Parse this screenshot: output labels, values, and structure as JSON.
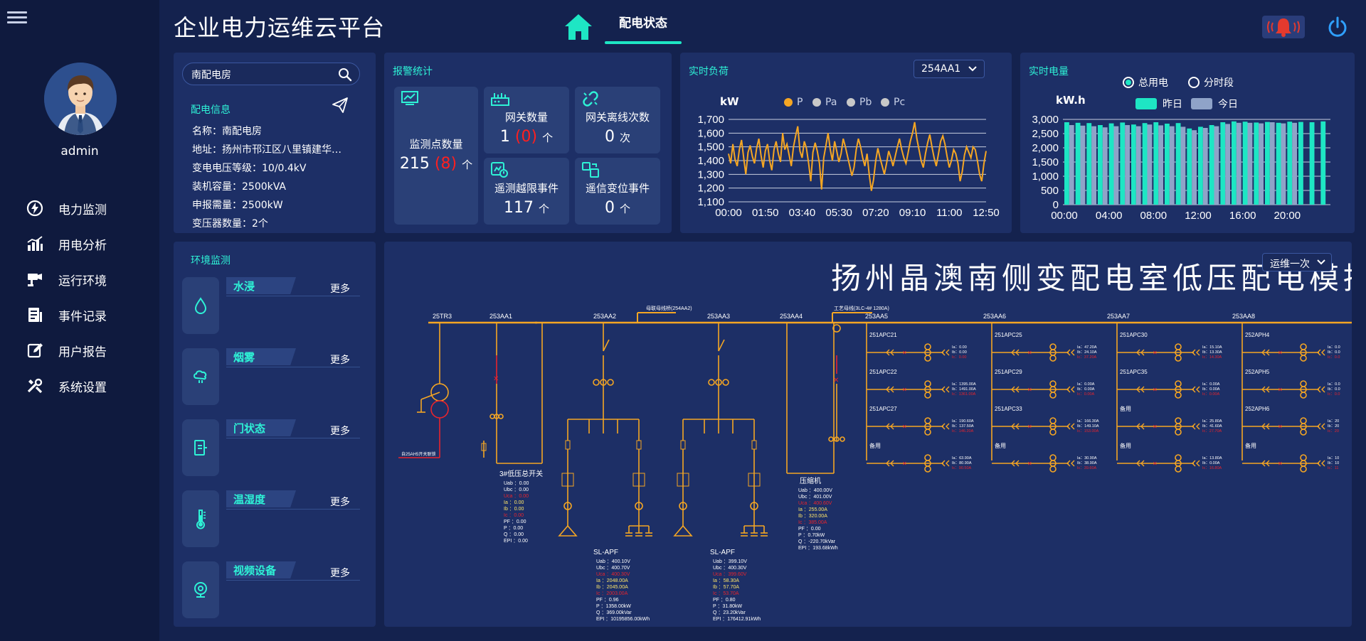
{
  "header": {
    "title": "企业电力运维云平台",
    "active_tab": "配电状态"
  },
  "sidebar": {
    "username": "admin",
    "items": [
      {
        "label": "电力监测",
        "icon": "power-monitor-icon"
      },
      {
        "label": "用电分析",
        "icon": "bar-chart-icon"
      },
      {
        "label": "运行环境",
        "icon": "camera-icon"
      },
      {
        "label": "事件记录",
        "icon": "document-icon"
      },
      {
        "label": "用户报告",
        "icon": "edit-icon"
      },
      {
        "label": "系统设置",
        "icon": "tools-icon"
      }
    ]
  },
  "info": {
    "search_value": "南配电房",
    "title": "配电信息",
    "rows": [
      "名称：南配电房",
      "地址：扬州市邗江区八里镇建华…",
      "变电电压等级：10/0.4kV",
      "装机容量：2500kVA",
      "申报需量：2500kW",
      "变压器数量：2个"
    ]
  },
  "alarm": {
    "title": "报警统计",
    "monitor": {
      "label": "监测点数量",
      "value": "215",
      "alarm": "(8)",
      "unit": "个"
    },
    "gateway": {
      "label": "网关数量",
      "value": "1",
      "alarm": "(0)",
      "unit": "个"
    },
    "offline": {
      "label": "网关离线次数",
      "value": "0",
      "unit": "次"
    },
    "overlimit": {
      "label": "遥测越限事件",
      "value": "117",
      "unit": "个"
    },
    "change": {
      "label": "遥信变位事件",
      "value": "0",
      "unit": "个"
    }
  },
  "load": {
    "title": "实时负荷",
    "selected": "254AA1",
    "unit": "kW",
    "legend": [
      "P",
      "Pa",
      "Pb",
      "Pc"
    ],
    "legend_colors": [
      "#f5a623",
      "#c8c8c8",
      "#c8c8c8",
      "#c8c8c8"
    ]
  },
  "energy": {
    "title": "实时电量",
    "unit": "kW.h",
    "radio_total": "总用电",
    "radio_period": "分时段",
    "legend_yesterday": "昨日",
    "legend_today": "今日",
    "colors": {
      "yesterday": "#1ee6c4",
      "today": "#8fa3c8"
    }
  },
  "chart_data": [
    {
      "type": "line",
      "title": "实时负荷",
      "ylabel": "kW",
      "ylim": [
        1100,
        1700
      ],
      "yticks": [
        "1,100",
        "1,200",
        "1,300",
        "1,400",
        "1,500",
        "1,600",
        "1,700"
      ],
      "xticks": [
        "00:00",
        "01:50",
        "03:40",
        "05:30",
        "07:20",
        "09:10",
        "11:00",
        "12:50"
      ],
      "series": [
        {
          "name": "P",
          "values": [
            1450,
            1380,
            1520,
            1410,
            1360,
            1480,
            1550,
            1420,
            1300,
            1460,
            1510,
            1430,
            1380,
            1490,
            1560,
            1440,
            1350,
            1470,
            1520,
            1400,
            1330,
            1480,
            1540,
            1450,
            1390,
            1600,
            1480,
            1520,
            1440,
            1360,
            1500,
            1580,
            1650,
            1470,
            1420,
            1540,
            1490,
            1380,
            1250,
            1460,
            1530,
            1470,
            1380,
            1190,
            1420,
            1510,
            1600,
            1480,
            1400,
            1540,
            1470,
            1390,
            1450,
            1560,
            1500,
            1430,
            1360,
            1290,
            1350,
            1480,
            1560,
            1500,
            1420,
            1360,
            1450,
            1300,
            1180,
            1260,
            1400,
            1490,
            1420,
            1360,
            1300,
            1380,
            1470,
            1420,
            1360,
            1430,
            1500,
            1560,
            1480,
            1420,
            1380,
            1460,
            1540,
            1600,
            1680,
            1560,
            1480,
            1400,
            1350,
            1450,
            1530,
            1590,
            1500,
            1420,
            1360,
            1450,
            1540,
            1580,
            1520,
            1430,
            1350,
            1400,
            1480,
            1450,
            1380,
            1250,
            1320,
            1440,
            1500,
            1460,
            1420,
            1500,
            1480,
            1400,
            1300,
            1250,
            1380,
            1470
          ]
        }
      ]
    },
    {
      "type": "bar",
      "title": "实时电量",
      "ylabel": "kW.h",
      "ylim": [
        0,
        3000
      ],
      "yticks": [
        "0",
        "500",
        "1,000",
        "1,500",
        "2,000",
        "2,500",
        "3,000"
      ],
      "xticks": [
        "00:00",
        "04:00",
        "08:00",
        "12:00",
        "16:00",
        "20:00"
      ],
      "series": [
        {
          "name": "昨日",
          "values": [
            2900,
            2880,
            2870,
            2800,
            2860,
            2890,
            2820,
            2870,
            2900,
            2850,
            2870,
            2680,
            2740,
            2800,
            2900,
            2930,
            2920,
            2890,
            2910,
            2880,
            2920,
            2910,
            2900,
            2930,
            2870,
            2900,
            2940,
            2920,
            2910,
            2900,
            2920,
            2930
          ]
        },
        {
          "name": "今日",
          "values": [
            2800,
            2780,
            2760,
            2720,
            2760,
            2800,
            2760,
            2820,
            2790,
            2760,
            2740,
            2620,
            2700,
            2760,
            2840,
            2880,
            2880,
            2860,
            2900,
            2860,
            2880
          ]
        }
      ]
    }
  ],
  "env": {
    "title": "环境监测",
    "more": "更多",
    "items": [
      {
        "label": "水浸",
        "icon": "water-drop-icon"
      },
      {
        "label": "烟雾",
        "icon": "smoke-icon"
      },
      {
        "label": "门状态",
        "icon": "door-icon"
      },
      {
        "label": "温湿度",
        "icon": "thermometer-icon"
      },
      {
        "label": "视频设备",
        "icon": "webcam-icon"
      }
    ]
  },
  "diagram": {
    "title": "扬州晶澳南侧变配电室低压配电模拟",
    "select": "运维一次",
    "bus_labels": [
      "25TR3",
      "253AA1",
      "253AA2",
      "253AA3",
      "253AA4",
      "253AA5",
      "253AA6",
      "253AA7",
      "253AA8"
    ],
    "branch_labels": {
      "col1": [
        "251APC21",
        "251APC22",
        "251APC27",
        "备用"
      ],
      "col2": [
        "251APC25",
        "251APC29",
        "251APC33",
        "备用"
      ],
      "col3": [
        "251APC30",
        "251APC35",
        "备用",
        "备用"
      ],
      "col4": [
        "252APH4",
        "252APH5",
        "252APH6",
        "备用"
      ]
    },
    "branch_values": {
      "col1": [
        [
          "Ia：0.00",
          "Ib：0.00",
          "Ic：0.00"
        ],
        [
          "Ia：1395.00A",
          "Ib：1491.00A",
          "Ic：1361.00A"
        ],
        [
          "Ia：190.60A",
          "Ib：137.50A",
          "Ic：146.20A"
        ],
        [
          "Ia：63.90A",
          "Ib：80.90A",
          "Ic：90.50A"
        ]
      ],
      "col2": [
        [
          "Ia：47.20A",
          "Ib：24.10A",
          "Ic：37.20A"
        ],
        [
          "Ia：0.00A",
          "Ib：0.00A",
          "Ic：0.00A"
        ],
        [
          "Ia：166.30A",
          "Ib：149.10A",
          "Ic：153.00A"
        ],
        [
          "Ia：30.90A",
          "Ib：38.90A",
          "Ic：39.60A"
        ]
      ],
      "col3": [
        [
          "Ia：15.10A",
          "Ib：13.30A",
          "Ic：14.30A"
        ],
        [
          "Ia：0.00A",
          "Ib：0.00A",
          "Ic：0.00A"
        ],
        [
          "Ia：25.80A",
          "Ib：41.60A",
          "Ic：27.70A"
        ],
        [
          "Ia：13.80A",
          "Ib：0.00A",
          "Ic：16.80A"
        ]
      ],
      "col4": [
        [
          "Ia：0.0",
          "Ib：0.0",
          "Ic：0.0"
        ],
        [
          "Ia：0.0",
          "Ib：0.0",
          "Ic：0.0"
        ],
        [
          "Ia：20",
          "Ib：20",
          "Ic：20"
        ],
        [
          "Ia：10",
          "Ib：10",
          "Ic：11"
        ]
      ]
    },
    "main_switch": {
      "title": "3#低压总开关",
      "rows": [
        "Uab ：0.00",
        "Ubc ：0.00",
        "Uca ：0.00",
        "Ia ：0.00",
        "Ib ：0.00",
        "Ic ：0.00",
        "PF ：0.00",
        "P ：0.00",
        "Q ：0.00",
        "EPI ：0.00"
      ]
    },
    "apf1": {
      "title": "SL-APF",
      "rows": [
        "Uab ：400.10V",
        "Ubc ：400.70V",
        "Uca ：400.30V",
        "Ia ：2048.00A",
        "Ib ：2045.00A",
        "Ic ：2003.00A",
        "PF ：0.96",
        "P ：1358.00kW",
        "Q ：369.00kVar",
        "EPI ：10195856.00kWh"
      ]
    },
    "apf2": {
      "title": "SL-APF",
      "rows": [
        "Uab ：399.10V",
        "Ubc ：400.30V",
        "Uca ：399.60V",
        "Ia ：58.30A",
        "Ib ：57.70A",
        "Ic ：53.70A",
        "PF ：0.80",
        "P ：31.80kW",
        "Q ：23.20kVar",
        "EPI ：176412.91kWh"
      ]
    },
    "compressor": {
      "title": "压缩机",
      "rows": [
        "Uab ：400.00V",
        "Ubc ：401.00V",
        "Uca ：400.60V",
        "Ia ：255.00A",
        "Ib ：320.00A",
        "Ic ：385.00A",
        "PF ：0.00",
        "P ：0.70kW",
        "Q ：-220.70kVar",
        "EPI ：193.68kWh"
      ]
    },
    "small_labels": {
      "aa2_note": "母联母线桥(254AA2)",
      "aa5_note": "工艺母线(3LC-4# 1280A)",
      "tr_note": "自25AH5开关联锁"
    }
  }
}
